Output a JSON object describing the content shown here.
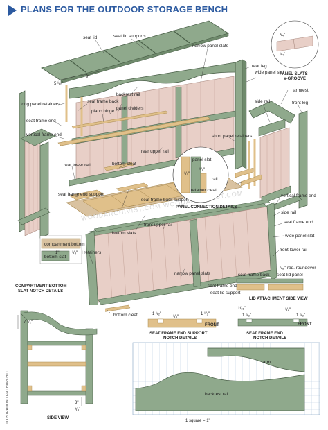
{
  "header": {
    "title": "PLANS FOR THE OUTDOOR STORAGE BENCH"
  },
  "labels": {
    "seat_lid": "seat lid",
    "seat_lid_supports": "seat lid supports",
    "narrow_panel_slats_top": "narrow panel slats",
    "rear_leg": "rear leg",
    "wide_panel_slat": "wide panel slat",
    "panel_slats_vgroove": "PANEL SLATS V-GROOVE",
    "backrest_rail": "backrest rail",
    "seat_frame_back": "seat frame back",
    "piano_hinge": "piano hinge",
    "panel_dividers": "panel dividers",
    "long_panel_retainers": "long panel retainers",
    "seat_frame_end": "seat frame end",
    "vertical_frame_end": "vertical frame end",
    "armrest": "armrest",
    "side_rail": "side rail",
    "front_leg": "front leg",
    "short_panel_retainers": "short panel retainers",
    "rear_upper_rail": "rear upper rail",
    "rear_lower_rail": "rear lower rail",
    "bottom_cleat": "bottom cleat",
    "panel_slat": "panel slat",
    "rail": "rail",
    "retainer_cleat": "retainer cleat",
    "seat_frame_end_support": "seat frame end support",
    "seat_frame_back_support": "seat frame back support",
    "bottom_slats": "bottom slats",
    "panel_connection_details": "PANEL CONNECTION DETAILS",
    "vertical_frame_end_r": "vertical frame end",
    "side_rail_r": "side rail",
    "seat_frame_end_r": "seat frame end",
    "wide_panel_slat_r": "wide panel slat",
    "front_upper_rail": "front upper rail",
    "front_lower_rail": "front lower rail",
    "bottom_slat": "bottom slat",
    "compartment_bottom": "compartment bottom",
    "cap_compartment": "COMPARTMENT BOTTOM SLAT NOTCH DETAILS",
    "long_panel_retainers_2": "long panel retainers",
    "narrow_panel_slats_bottom": "narrow panel slats",
    "bottom_cleat_2": "bottom cleat",
    "roundover": "¹/₈\"-rad. roundover",
    "seat_frame_back_2": "seat frame back",
    "seat_lid_panel": "seat lid panel",
    "seat_frame_end_2": "seat frame end",
    "seat_lid_support": "seat lid support",
    "cap_lid_attach": "LID ATTACHMENT SIDE VIEW",
    "cap_sfes": "SEAT FRAME END SUPPORT NOTCH DETAILS",
    "cap_sfe": "SEAT FRAME END NOTCH DETAILS",
    "front": "FRONT",
    "front_2": "FRONT",
    "side_view": "SIDE VIEW",
    "arm": "arm",
    "backrest_rail_2": "backrest rail",
    "scale": "1 square = 1\"",
    "credit": "ILLUSTRATION: LEN CHURCHILL",
    "watermark": "WOODARCHIVIST.COM     WOODARCHIVIST.COM"
  },
  "dims": {
    "d5": "5 ¹/₂\"",
    "d9": "9\"",
    "d34a": "³/₄\"",
    "d34b": "¹/₄\"",
    "d12": "¹/₂\"",
    "d18": "¹/₈\"",
    "d1": "1\"",
    "d34c": "³/₄\"",
    "d38": "³/₈\"",
    "d34d": "³/₄\"",
    "d1a": "1 ¹/₂\"",
    "d1b": "1 ¹/₂\"",
    "d14": "¹/₄\"",
    "d916": "⁹/₁₆\"",
    "d1c": "1 ¹/₂\"",
    "d1d": "1 ¹/₂\"",
    "d14b": "¹/₄\"",
    "d1e": "1 ¹/₂\"",
    "d34e": "³/₄\"",
    "d7": "7 ¹/₂\"",
    "d3": "3\"",
    "d34f": "³/₄\""
  },
  "colors": {
    "title": "#2c5aa0",
    "frame_green": "#8fa98c",
    "panel_pink": "#e8cfc7",
    "wood_tan": "#e0c08a",
    "grid_blue": "#b9cde0"
  }
}
